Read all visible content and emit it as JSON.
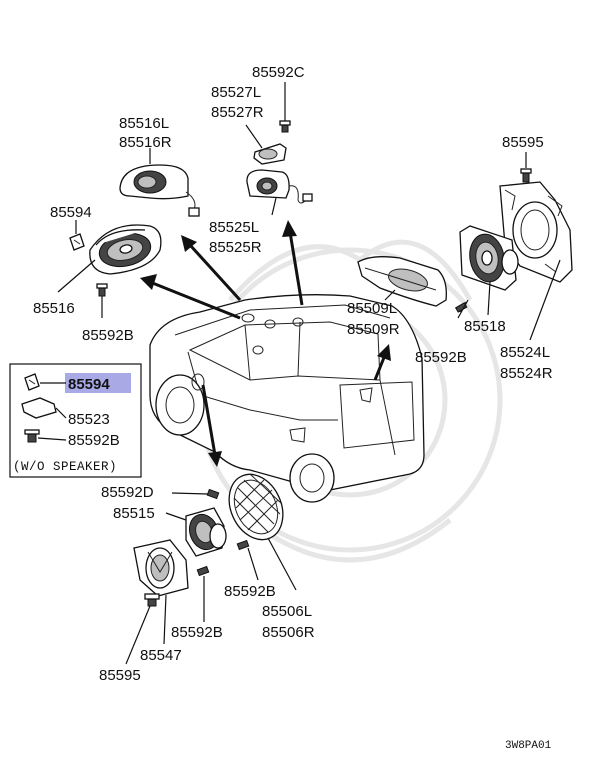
{
  "diagram_code": "3W8PA01",
  "highlight_color": "#a9a9e6",
  "labels": {
    "p85592c": "85592C",
    "p85527l": "85527L",
    "p85527r": "85527R",
    "p85516l": "85516L",
    "p85516r": "85516R",
    "p85595_top": "85595",
    "p85594": "85594",
    "p85525l": "85525L",
    "p85525r": "85525R",
    "p85516": "85516",
    "p85592b_a": "85592B",
    "p85509l": "85509L",
    "p85509r": "85509R",
    "p85518": "85518",
    "p85592b_b": "85592B",
    "p85524l": "85524L",
    "p85524r": "85524R",
    "inset_85594": "85594",
    "inset_85523": "85523",
    "inset_85592b": "85592B",
    "inset_note": "(W/O SPEAKER)",
    "p85592d": "85592D",
    "p85515": "85515",
    "p85592b_c": "85592B",
    "p85506l": "85506L",
    "p85506r": "85506R",
    "p85592b_d": "85592B",
    "p85547": "85547",
    "p85595_bottom": "85595"
  }
}
